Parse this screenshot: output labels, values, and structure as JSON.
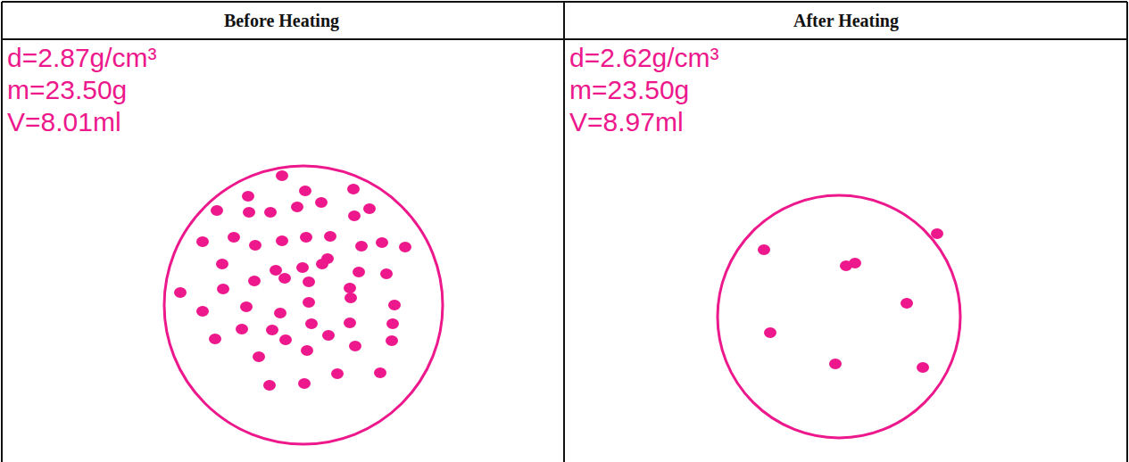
{
  "diagram": {
    "labels": [
      "Before Heating",
      "After Heating",
      "d=2.87g/cm³",
      "m=23.50g",
      "V=8.01ml",
      "d=2.62g/cm³",
      "m=23.50g",
      "V=8.97ml"
    ]
  }
}
